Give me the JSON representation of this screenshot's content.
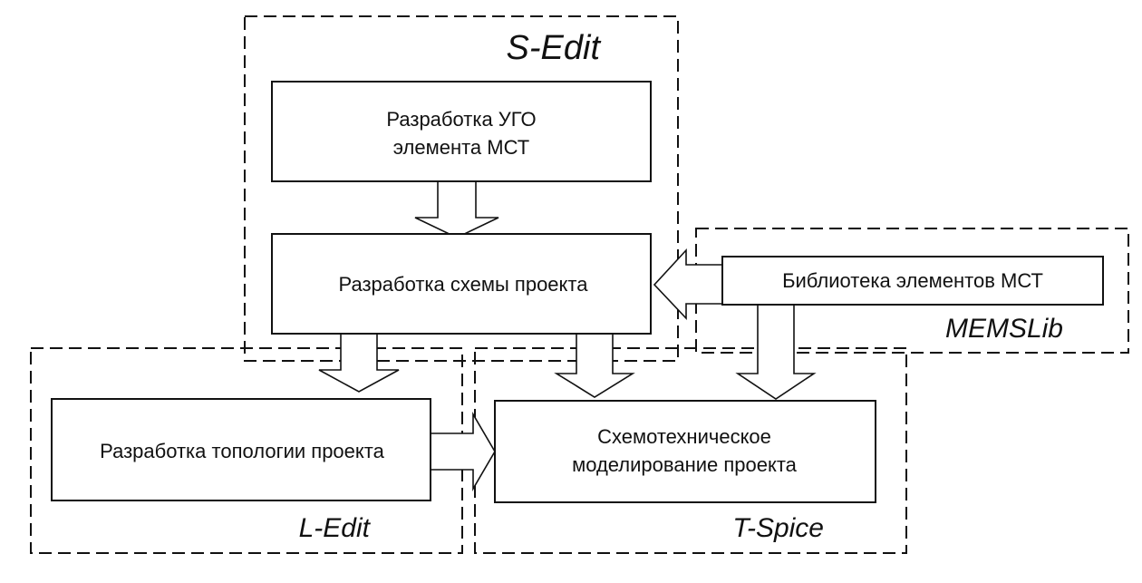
{
  "groups": {
    "sedit": "S-Edit",
    "memslib": "MEMSLib",
    "ledit": "L-Edit",
    "tspice": "T-Spice"
  },
  "blocks": {
    "ugo": [
      "Разработка УГО",
      "элемента МСТ"
    ],
    "schema": "Разработка схемы проекта",
    "library": "Библиотека элементов МСТ",
    "topology": "Разработка топологии проекта",
    "modeling": [
      "Схемотехническое",
      "моделирование проекта"
    ]
  }
}
